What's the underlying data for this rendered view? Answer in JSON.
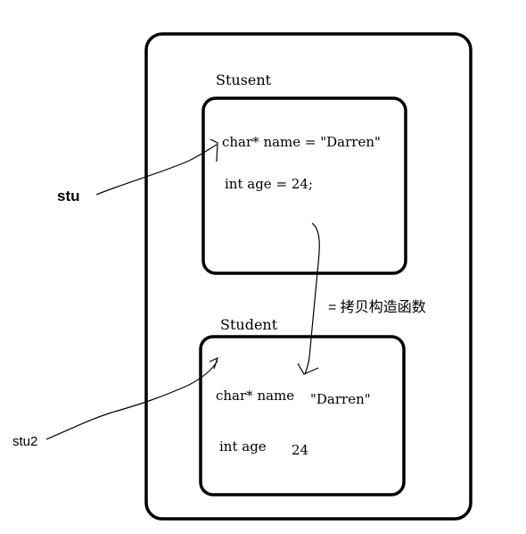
{
  "top_box": {
    "title": "Stusent",
    "field_name": "char* name = \"Darren\"",
    "field_age": "int age = 24;"
  },
  "bottom_box": {
    "title": "Student",
    "field_name_label": "char* name",
    "field_name_value": "\"Darren\"",
    "field_age_label": "int age",
    "field_age_value": "24"
  },
  "labels": {
    "stu": "stu",
    "stu2": "stu2",
    "copy_note": "= 拷贝构造函数"
  },
  "colors": {
    "stroke": "#000000",
    "background": "#ffffff"
  }
}
